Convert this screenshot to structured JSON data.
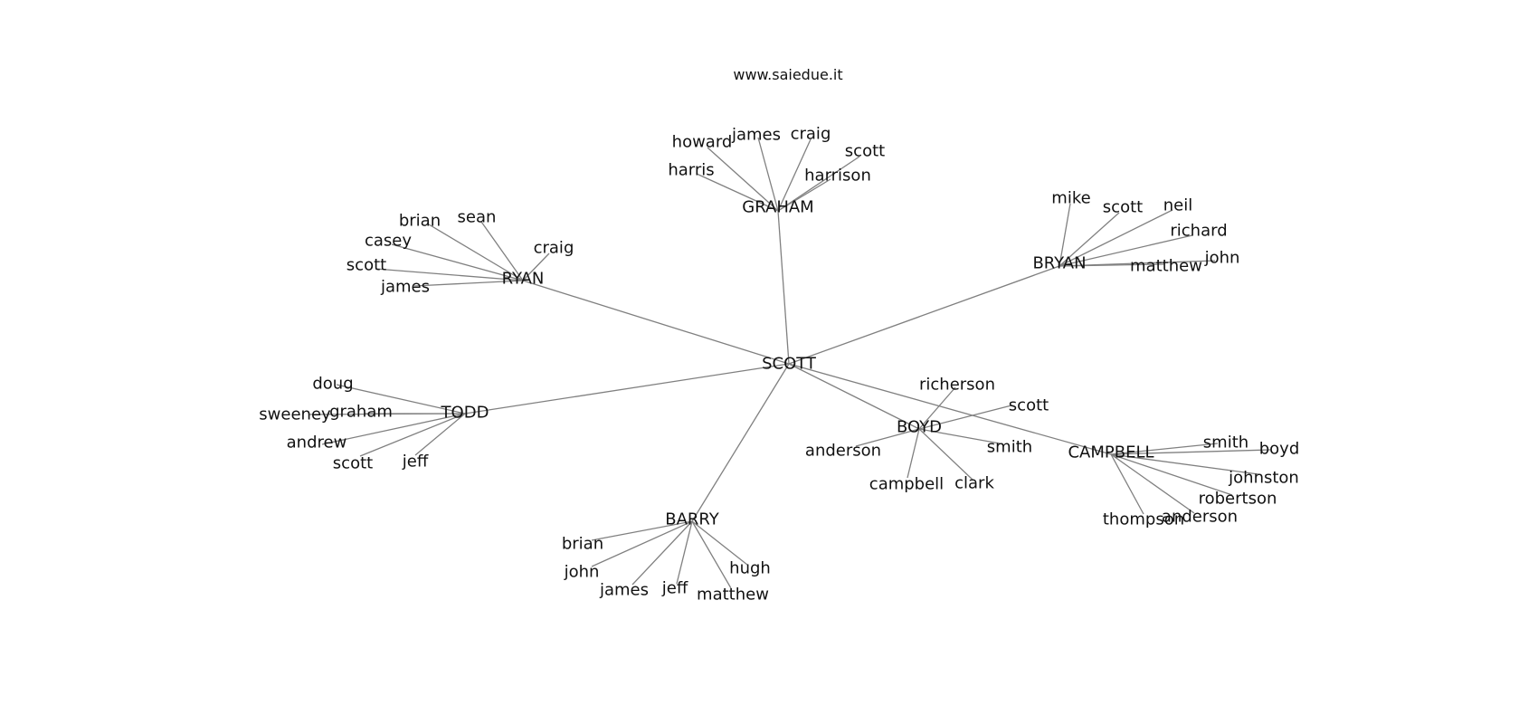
{
  "site_title": "www.saiedue.it",
  "colors": {
    "edge": "#808080",
    "text": "#111111",
    "background": "#ffffff"
  },
  "graph": {
    "center": "SCOTT",
    "hubs": [
      {
        "name": "GRAHAM",
        "leaves": [
          "howard",
          "james",
          "craig",
          "scott",
          "harris",
          "harrison"
        ]
      },
      {
        "name": "RYAN",
        "leaves": [
          "brian",
          "sean",
          "casey",
          "scott",
          "james",
          "craig"
        ]
      },
      {
        "name": "BRYAN",
        "leaves": [
          "mike",
          "scott",
          "neil",
          "richard",
          "matthew",
          "john"
        ]
      },
      {
        "name": "TODD",
        "leaves": [
          "doug",
          "sweeney",
          "graham",
          "andrew",
          "scott",
          "jeff"
        ]
      },
      {
        "name": "BOYD",
        "leaves": [
          "richerson",
          "scott",
          "anderson",
          "smith",
          "campbell",
          "clark"
        ]
      },
      {
        "name": "CAMPBELL",
        "leaves": [
          "smith",
          "boyd",
          "johnston",
          "robertson",
          "thompson",
          "anderson"
        ]
      },
      {
        "name": "BARRY",
        "leaves": [
          "brian",
          "john",
          "james",
          "jeff",
          "hugh",
          "matthew"
        ]
      }
    ]
  }
}
